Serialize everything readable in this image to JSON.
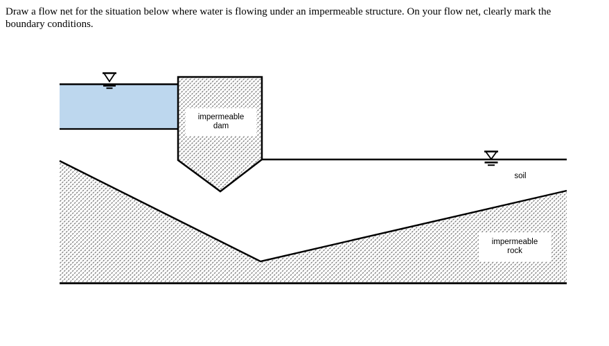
{
  "instructions": {
    "line1": "Draw a flow net for the situation below where water is flowing under an impermeable structure. On your flow net, clearly mark the",
    "line2": "boundary conditions."
  },
  "diagram": {
    "dam_label": {
      "line1": "impermeable",
      "line2": "dam"
    },
    "soil_label": "soil",
    "rock_label": {
      "line1": "impermeable",
      "line2": "rock"
    },
    "icons": {
      "water_table_left": "water-table-symbol",
      "water_table_right": "water-table-symbol"
    },
    "colors": {
      "water_fill": "#BDD7EE",
      "outline": "#000000",
      "hatch_line": "#707070",
      "background": "#FFFFFF"
    }
  }
}
